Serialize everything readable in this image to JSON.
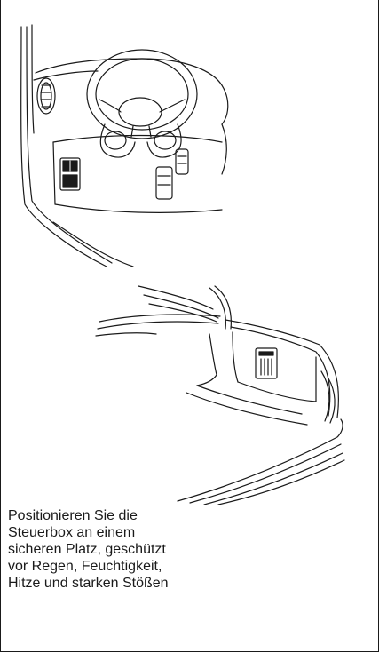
{
  "caption": {
    "lines": [
      "Positionieren Sie die",
      "Steuerbox an einem",
      "sicheren Platz, geschützt",
      "vor Regen, Feuchtigkeit,",
      "Hitze und starken Stößen"
    ]
  }
}
